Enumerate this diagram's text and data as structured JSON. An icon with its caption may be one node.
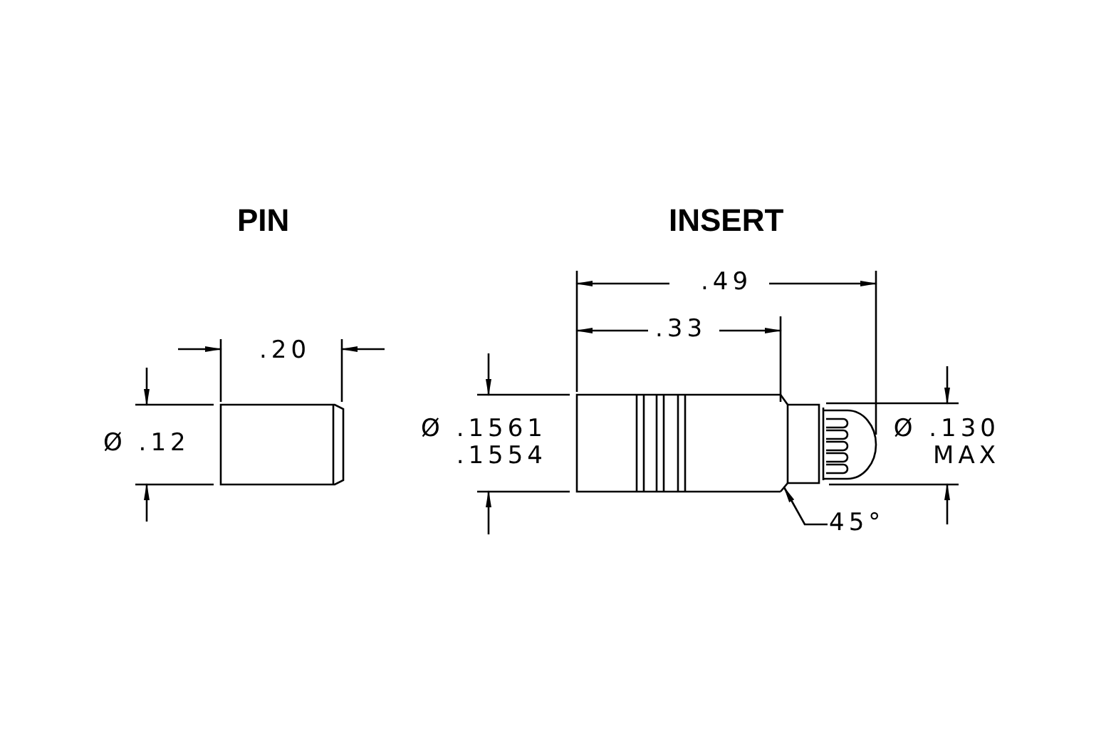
{
  "diagram": {
    "nodes": [
      {
        "text": [
          "45°"
        ]
      },
      {
        "text": [],
        "shape": "line"
      }
    ],
    "edges": [
      {
        "from": 0,
        "to": 1,
        "arrow": "to"
      }
    ],
    "labels": [
      "PIN",
      "INSERT",
      ".49",
      ".33",
      ".20",
      "Ø .12",
      "Ø .1561 .1554",
      "Ø .130 MAX"
    ]
  }
}
